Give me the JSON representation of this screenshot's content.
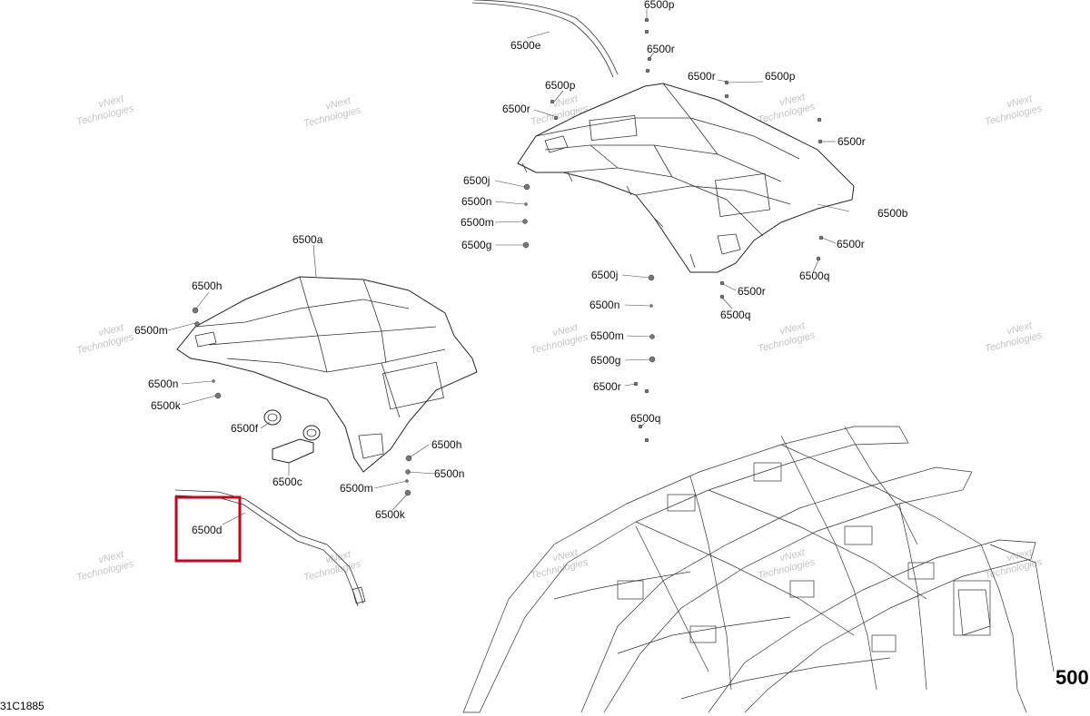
{
  "watermark": {
    "line1": "vNext",
    "line2": "Technologies"
  },
  "labels": {
    "a": "6500a",
    "b": "6500b",
    "c": "6500c",
    "d": "6500d",
    "e": "6500e",
    "f": "6500f",
    "g": "6500g",
    "h": "6500h",
    "j": "6500j",
    "k": "6500k",
    "m": "6500m",
    "n": "6500n",
    "p": "6500p",
    "q": "6500q",
    "r": "6500r"
  },
  "highlight": {
    "label": "6500d",
    "color": "#d0021b"
  },
  "figure_id": "31C1885",
  "page_number": "500"
}
